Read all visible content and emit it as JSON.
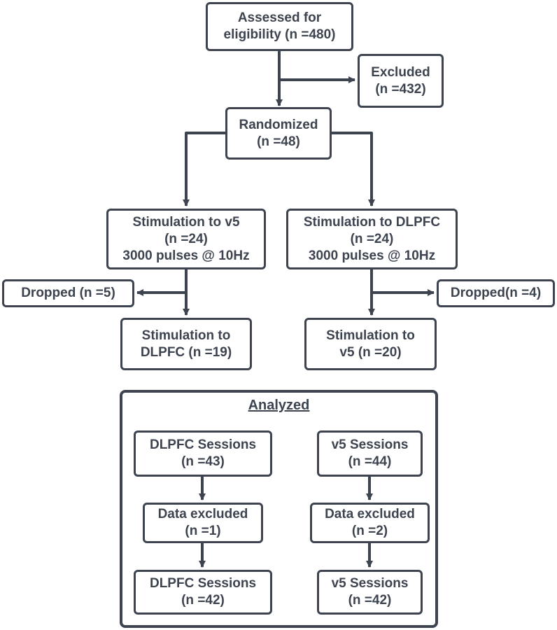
{
  "nodes": {
    "assessed": [
      "Assessed for",
      "eligibility (n =480)"
    ],
    "excluded": [
      "Excluded",
      "(n =432)"
    ],
    "randomized": [
      "Randomized",
      "(n =48)"
    ],
    "stim_v5": [
      "Stimulation to v5",
      "(n =24)",
      "3000 pulses @ 10Hz"
    ],
    "stim_dlpfc": [
      "Stimulation to DLPFC",
      "(n =24)",
      "3000 pulses @ 10Hz"
    ],
    "dropped_left": [
      "Dropped (n =5)"
    ],
    "dropped_right": [
      "Dropped(n =4)"
    ],
    "stim_dlpfc_19": [
      "Stimulation to",
      "DLPFC (n =19)"
    ],
    "stim_v5_20": [
      "Stimulation to",
      "v5 (n =20)"
    ],
    "dlpfc_sessions_43": [
      "DLPFC Sessions",
      "(n =43)"
    ],
    "v5_sessions_44": [
      "v5 Sessions",
      "(n =44)"
    ],
    "data_excluded_1": [
      "Data excluded",
      "(n =1)"
    ],
    "data_excluded_2": [
      "Data excluded",
      "(n =2)"
    ],
    "dlpfc_sessions_42": [
      "DLPFC Sessions",
      "(n =42)"
    ],
    "v5_sessions_42": [
      "v5 Sessions",
      "(n =42)"
    ]
  },
  "analyzed": {
    "heading": "Analyzed"
  },
  "colors": {
    "line": "#3d4450",
    "background": "#ffffff"
  }
}
